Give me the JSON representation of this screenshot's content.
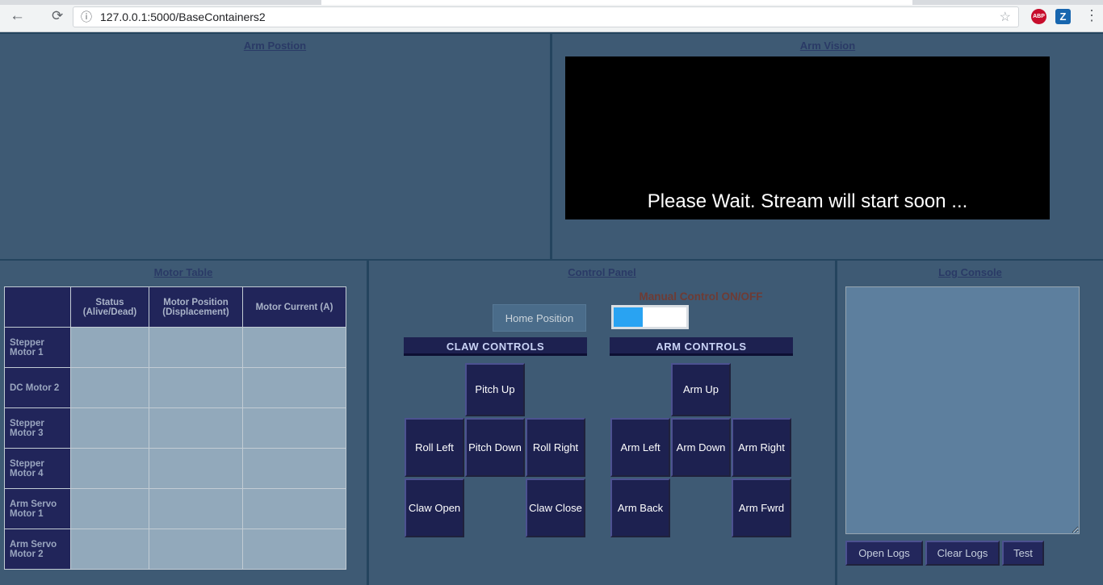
{
  "browser": {
    "url": "127.0.0.1:5000/BaseContainers2",
    "icons": {
      "back": "←",
      "refresh": "⟳",
      "info": "ⓘ",
      "star": "☆",
      "abp": "ABP",
      "z": "Z",
      "menu": "⋮"
    }
  },
  "arm_position": {
    "title": "Arm Postion"
  },
  "arm_vision": {
    "title": "Arm Vision",
    "message": "Please Wait. Stream will start soon ..."
  },
  "motor_table": {
    "title": "Motor Table",
    "headers": [
      "Status (Alive/Dead)",
      "Motor Position (Displacement)",
      "Motor Current (A)"
    ],
    "rows": [
      "Stepper Motor 1",
      "DC Motor 2",
      "Stepper Motor 3",
      "Stepper Motor 4",
      "Arm Servo Motor 1",
      "Arm Servo Motor 2"
    ]
  },
  "control_panel": {
    "title": "Control Panel",
    "home_button": "Home Position",
    "manual_label": "Manual Control ON/OFF",
    "claw_header": "CLAW CONTROLS",
    "arm_header": "ARM CONTROLS",
    "claw": {
      "up": "Pitch Up",
      "left": "Roll Left",
      "down": "Pitch Down",
      "right": "Roll Right",
      "open": "Claw Open",
      "close": "Claw Close"
    },
    "arm": {
      "up": "Arm Up",
      "left": "Arm Left",
      "down": "Arm Down",
      "right": "Arm Right",
      "back": "Arm Back",
      "fwd": "Arm Fwrd"
    }
  },
  "log_console": {
    "title": "Log Console",
    "buttons": {
      "open": "Open Logs",
      "clear": "Clear Logs",
      "test": "Test"
    }
  },
  "colors": {
    "toggle_on": "#29a3f2",
    "navy": "#1d2150",
    "panel": "#3e5a74"
  }
}
